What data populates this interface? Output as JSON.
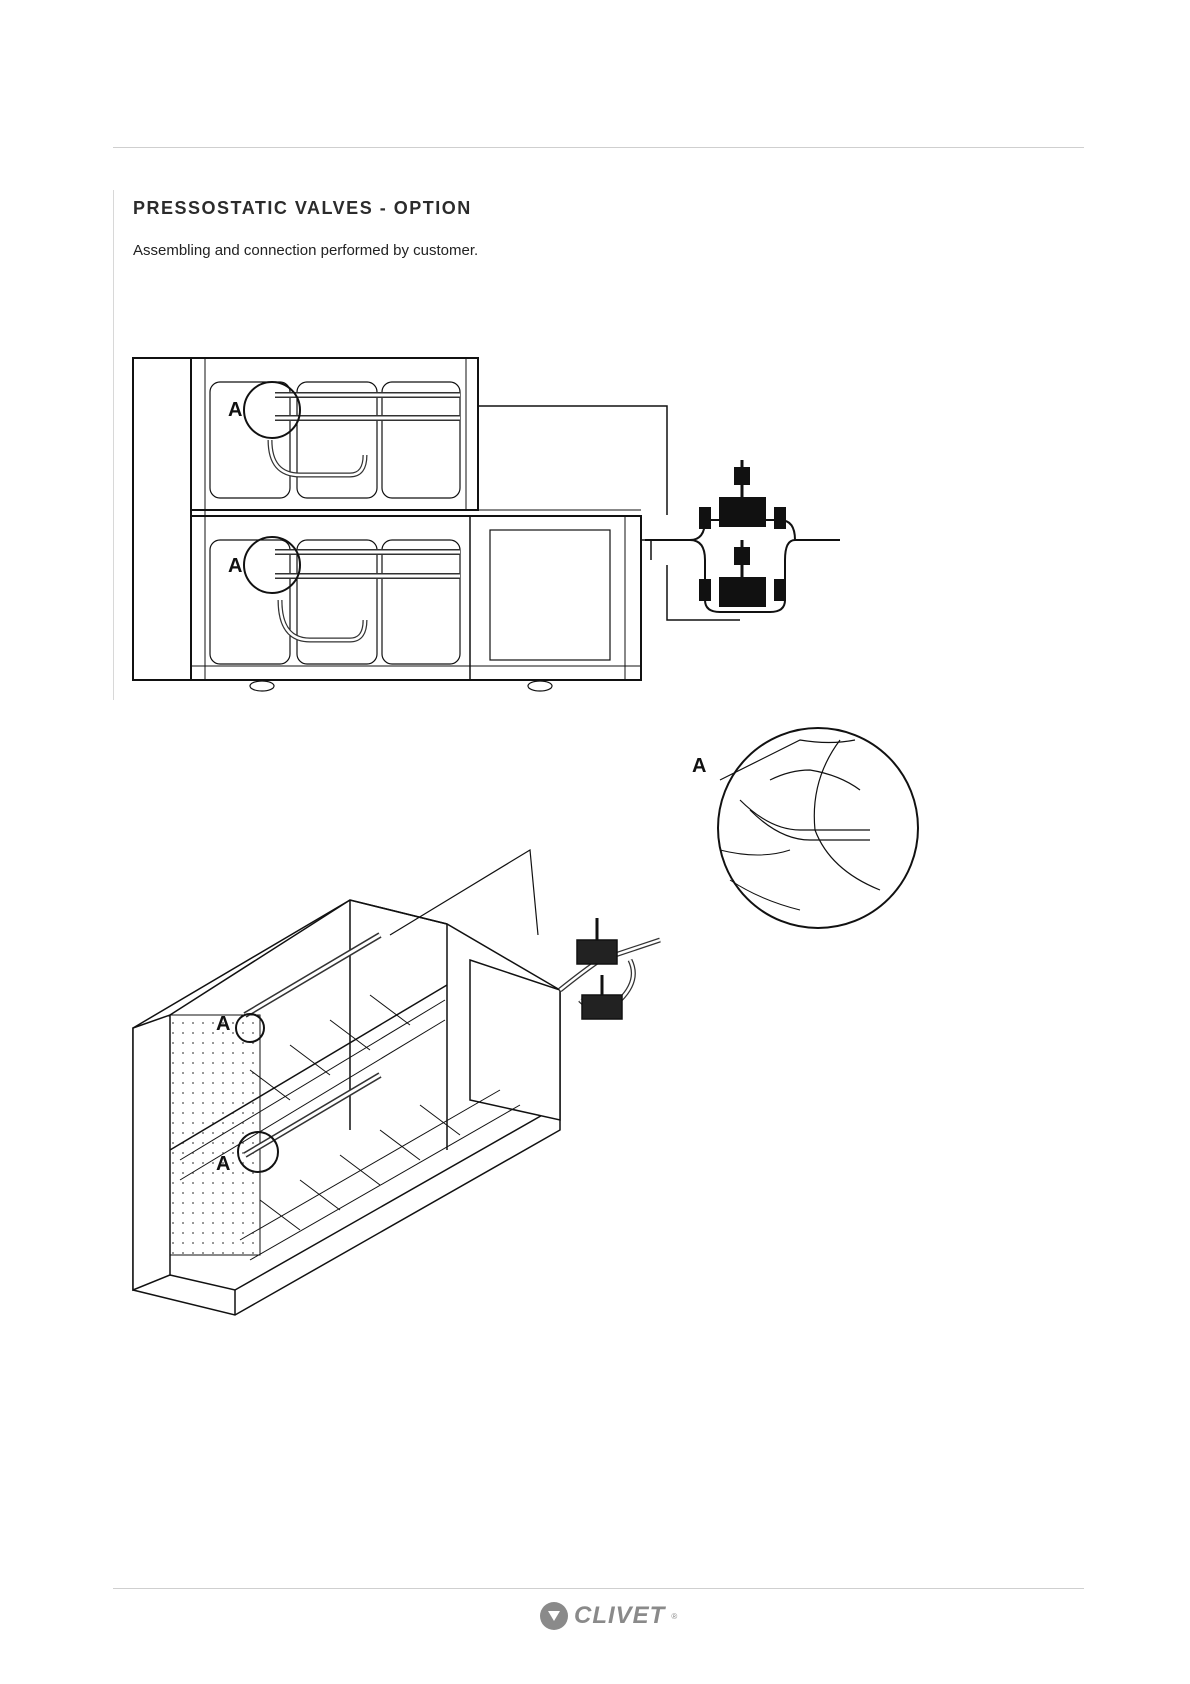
{
  "header": {
    "title": "PRESSOSTATIC VALVES - OPTION",
    "subtitle": "Assembling and connection performed by customer."
  },
  "diagram": {
    "label_a": "A"
  },
  "footer": {
    "brand": "CLIVET",
    "reg_mark": "®"
  }
}
